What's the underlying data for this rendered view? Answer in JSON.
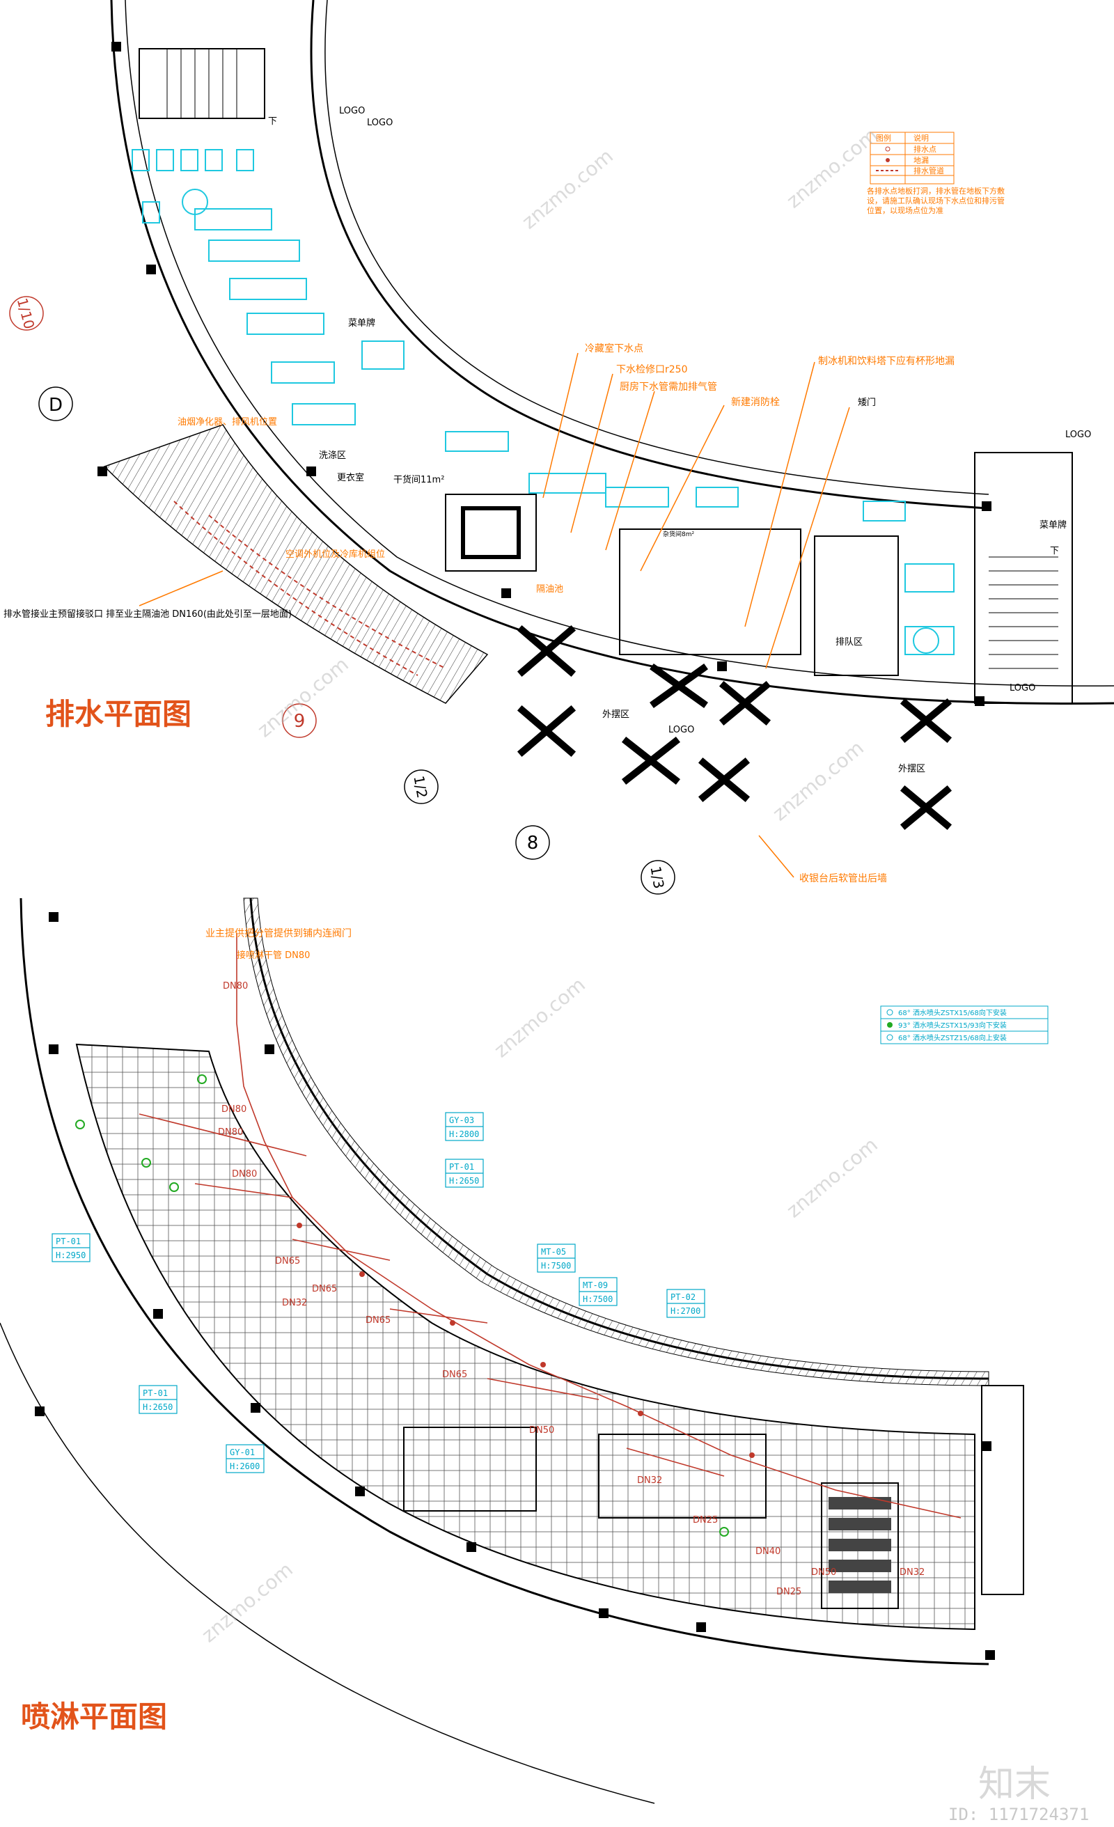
{
  "drainage_plan": {
    "title": "排水平面图",
    "colors": {
      "title": "#e2531a",
      "annotation": "#ff7a00",
      "furniture": "#1ec8e0",
      "line": "#000000"
    },
    "axes": {
      "d": "D",
      "one_tenth": "1/10",
      "nine": "9",
      "one_half": "1/2",
      "eight": "8",
      "one_third": "1/3"
    },
    "labels": {
      "logo": "LOGO",
      "down": "下",
      "menu_board": "菜单牌",
      "wash_area": "洗涤区",
      "locker_room": "更衣室",
      "dry_storage": "干货间11m²",
      "queue_area": "排队区",
      "outdoor_area": "外摆区",
      "short_door": "矮门",
      "sundries": "杂货间8m²"
    },
    "notes": {
      "cold_storage_drain": "冷藏室下水点",
      "drain_access": "下水检修口r250",
      "kitchen_vent": "厨房下水管需加排气管",
      "fire_hydrant": "新建消防栓",
      "ice_machine": "制冰机和饮料塔下应有杯形地漏",
      "oil_purifier": "油烟净化器、排风机位置",
      "ac_outdoor": "空调外机位及冷库机组位",
      "grease_trap": "隔油池",
      "main_drain": "排水管接业主预留接驳口 排至业主隔油池 DN160(由此处引至一层地面)",
      "cashier_hose": "收银台后软管出后墙"
    },
    "legend": {
      "header_symbol": "图例",
      "header_desc": "说明",
      "rows": [
        "排水点",
        "地漏",
        "排水管道"
      ],
      "note": "各排水点地板打洞，排水管在地板下方敷设，请施工队确认现场下水点位和排污管位置，以现场点位为准"
    }
  },
  "sprinkler_plan": {
    "title": "喷淋平面图",
    "colors": {
      "title": "#e2531a",
      "pipe": "#c0392b",
      "tag": "#00a8c8",
      "head_green": "#22aa22"
    },
    "notes": {
      "owner_valve": "业主提供把分管提供到铺内连阀门",
      "connect": "接喷淋干管 DN80"
    },
    "pipe_sizes": [
      "DN80",
      "DN80",
      "DN80",
      "DN80",
      "DN65",
      "DN32",
      "DN65",
      "DN65",
      "DN65",
      "DN50",
      "DN32",
      "DN25",
      "DN40",
      "DN25",
      "DN50",
      "DN32"
    ],
    "ceiling_tags": [
      {
        "code": "GY-03",
        "height": "H:2800"
      },
      {
        "code": "PT-01",
        "height": "H:2650"
      },
      {
        "code": "PT-01",
        "height": "H:2950"
      },
      {
        "code": "MT-05",
        "height": "H:7500"
      },
      {
        "code": "MT-09",
        "height": "H:7500"
      },
      {
        "code": "PT-02",
        "height": "H:2700"
      },
      {
        "code": "PT-01",
        "height": "H:2650"
      },
      {
        "code": "GY-01",
        "height": "H:2600"
      }
    ],
    "legend": [
      "68° 洒水喷头ZSTX15/68向下安装",
      "93° 洒水喷头ZSTX15/93向下安装",
      "68° 洒水喷头ZSTZ15/68向上安装"
    ]
  },
  "watermark": {
    "site": "znzmo.com",
    "brand": "知末",
    "id": "ID: 1171724371"
  }
}
